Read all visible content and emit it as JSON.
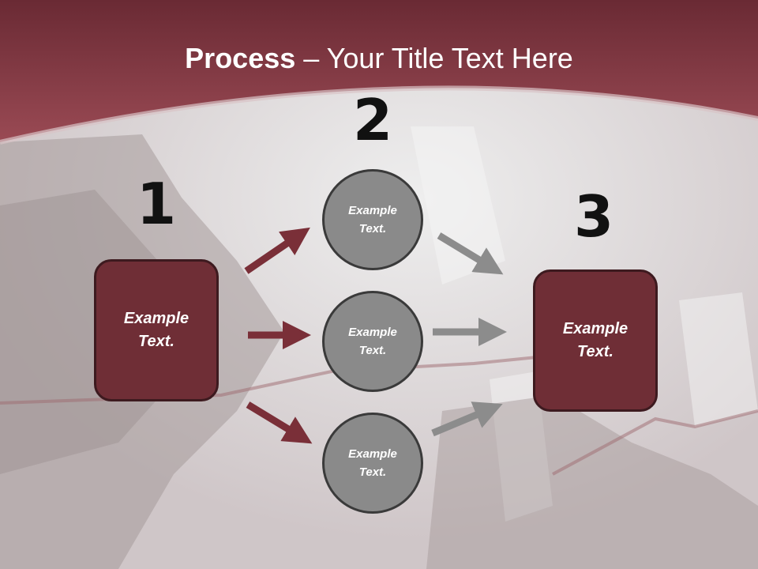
{
  "title": {
    "bold": "Process",
    "rest": " – Your Title Text Here"
  },
  "steps": {
    "one": "1",
    "two": "2",
    "three": "3"
  },
  "left_box": {
    "line1": "Example",
    "line2": "Text."
  },
  "right_box": {
    "line1": "Example",
    "line2": "Text."
  },
  "circles": [
    {
      "line1": "Example",
      "line2": "Text."
    },
    {
      "line1": "Example",
      "line2": "Text."
    },
    {
      "line1": "Example",
      "line2": "Text."
    }
  ],
  "colors": {
    "header": "#8a3a44",
    "box": "#6f2e36",
    "circle": "#8a8a8a",
    "arrow_red": "#7a2f38",
    "arrow_gray": "#8c8c8c"
  }
}
